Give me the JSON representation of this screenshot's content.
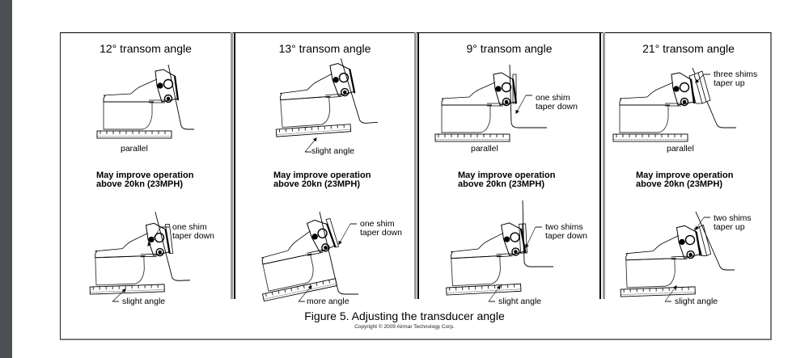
{
  "figure": {
    "caption": "Figure 5. Adjusting the transducer angle",
    "copyright": "Copyright © 2009 Airmar Technology Corp.",
    "panels": [
      {
        "title": "12° transom angle",
        "top_label": "parallel",
        "note_line1": "May improve operation",
        "note_line2": "above 20kn (23MPH)",
        "bottom_shim_label_1": "one shim",
        "bottom_shim_label_2": "taper down",
        "bottom_label": "slight angle"
      },
      {
        "title": "13° transom angle",
        "top_label": "slight angle",
        "note_line1": "May improve operation",
        "note_line2": "above 20kn (23MPH)",
        "bottom_shim_label_1": "one shim",
        "bottom_shim_label_2": "taper down",
        "bottom_label": "more angle"
      },
      {
        "title": "9° transom angle",
        "top_shim_label_1": "one shim",
        "top_shim_label_2": "taper down",
        "top_label": "parallel",
        "note_line1": "May improve operation",
        "note_line2": "above 20kn (23MPH)",
        "bottom_shim_label_1": "two shims",
        "bottom_shim_label_2": "taper down",
        "bottom_label": "slight angle"
      },
      {
        "title": "21° transom angle",
        "top_shim_label_1": "three shims",
        "top_shim_label_2": "taper up",
        "top_label": "parallel",
        "note_line1": "May improve operation",
        "note_line2": "above 20kn (23MPH)",
        "bottom_shim_label_1": "two shims",
        "bottom_shim_label_2": "taper up",
        "bottom_label": "slight angle"
      }
    ]
  }
}
